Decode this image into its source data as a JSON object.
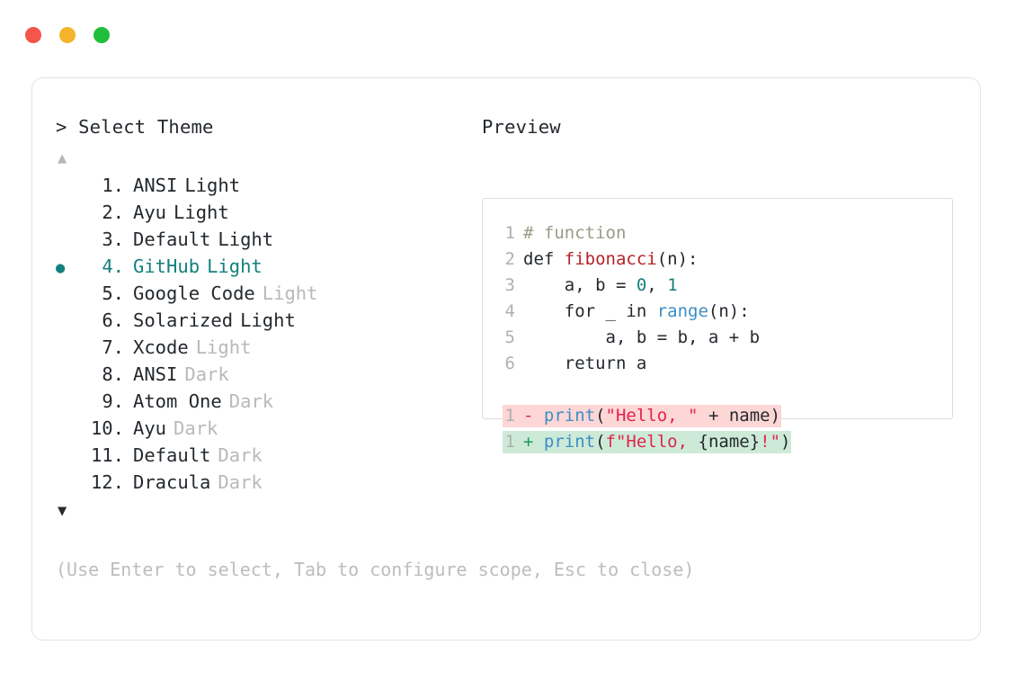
{
  "window": {
    "traffic_lights": [
      {
        "name": "close-button",
        "color": "#f4554d"
      },
      {
        "name": "minimize-button",
        "color": "#f5b32b"
      },
      {
        "name": "maximize-button",
        "color": "#1fbf3b"
      }
    ]
  },
  "left_panel": {
    "prompt": "> Select Theme",
    "scroll_up": "▲",
    "scroll_down": "▼",
    "selected_index": 4,
    "bullet_glyph": "●",
    "accent_color": "#13807d",
    "items": [
      {
        "index": "1.",
        "name": "ANSI",
        "variant": "Light",
        "variant_muted": false,
        "selected": false
      },
      {
        "index": "2.",
        "name": "Ayu",
        "variant": "Light",
        "variant_muted": false,
        "selected": false
      },
      {
        "index": "3.",
        "name": "Default",
        "variant": "Light",
        "variant_muted": false,
        "selected": false
      },
      {
        "index": "4.",
        "name": "GitHub",
        "variant": "Light",
        "variant_muted": false,
        "selected": true
      },
      {
        "index": "5.",
        "name": "Google Code",
        "variant": "Light",
        "variant_muted": true,
        "selected": false
      },
      {
        "index": "6.",
        "name": "Solarized",
        "variant": "Light",
        "variant_muted": false,
        "selected": false
      },
      {
        "index": "7.",
        "name": "Xcode",
        "variant": "Light",
        "variant_muted": true,
        "selected": false
      },
      {
        "index": "8.",
        "name": "ANSI",
        "variant": "Dark",
        "variant_muted": true,
        "selected": false
      },
      {
        "index": "9.",
        "name": "Atom One",
        "variant": "Dark",
        "variant_muted": true,
        "selected": false
      },
      {
        "index": "10.",
        "name": "Ayu",
        "variant": "Dark",
        "variant_muted": true,
        "selected": false
      },
      {
        "index": "11.",
        "name": "Default",
        "variant": "Dark",
        "variant_muted": true,
        "selected": false
      },
      {
        "index": "12.",
        "name": "Dracula",
        "variant": "Dark",
        "variant_muted": true,
        "selected": false
      }
    ]
  },
  "right_panel": {
    "title": "Preview",
    "code_lines": [
      {
        "num": "1",
        "tokens": [
          {
            "t": "# function",
            "c": "comment"
          }
        ]
      },
      {
        "num": "2",
        "tokens": [
          {
            "t": "def ",
            "c": "default"
          },
          {
            "t": "fibonacci",
            "c": "func"
          },
          {
            "t": "(n):",
            "c": "default"
          }
        ]
      },
      {
        "num": "3",
        "tokens": [
          {
            "t": "    a, b = ",
            "c": "default"
          },
          {
            "t": "0",
            "c": "number"
          },
          {
            "t": ", ",
            "c": "default"
          },
          {
            "t": "1",
            "c": "number"
          }
        ]
      },
      {
        "num": "4",
        "tokens": [
          {
            "t": "    for _ in ",
            "c": "default"
          },
          {
            "t": "range",
            "c": "builtin"
          },
          {
            "t": "(n):",
            "c": "default"
          }
        ]
      },
      {
        "num": "5",
        "tokens": [
          {
            "t": "        a, b = b, a + b",
            "c": "default"
          }
        ]
      },
      {
        "num": "6",
        "tokens": [
          {
            "t": "    return a",
            "c": "default"
          }
        ]
      }
    ],
    "diff_lines": [
      {
        "num": "1",
        "kind": "del",
        "marker": "-",
        "tokens": [
          {
            "t": "print",
            "c": "builtin"
          },
          {
            "t": "(",
            "c": "default"
          },
          {
            "t": "\"Hello, \"",
            "c": "string"
          },
          {
            "t": " + name)",
            "c": "default"
          }
        ]
      },
      {
        "num": "1",
        "kind": "add",
        "marker": "+",
        "tokens": [
          {
            "t": "print",
            "c": "builtin"
          },
          {
            "t": "(",
            "c": "default"
          },
          {
            "t": "f\"Hello, ",
            "c": "string"
          },
          {
            "t": "{name}",
            "c": "default"
          },
          {
            "t": "!\"",
            "c": "string"
          },
          {
            "t": ")",
            "c": "default"
          }
        ]
      }
    ]
  },
  "footer": {
    "hint": "(Use Enter to select, Tab to configure scope, Esc to close)"
  }
}
